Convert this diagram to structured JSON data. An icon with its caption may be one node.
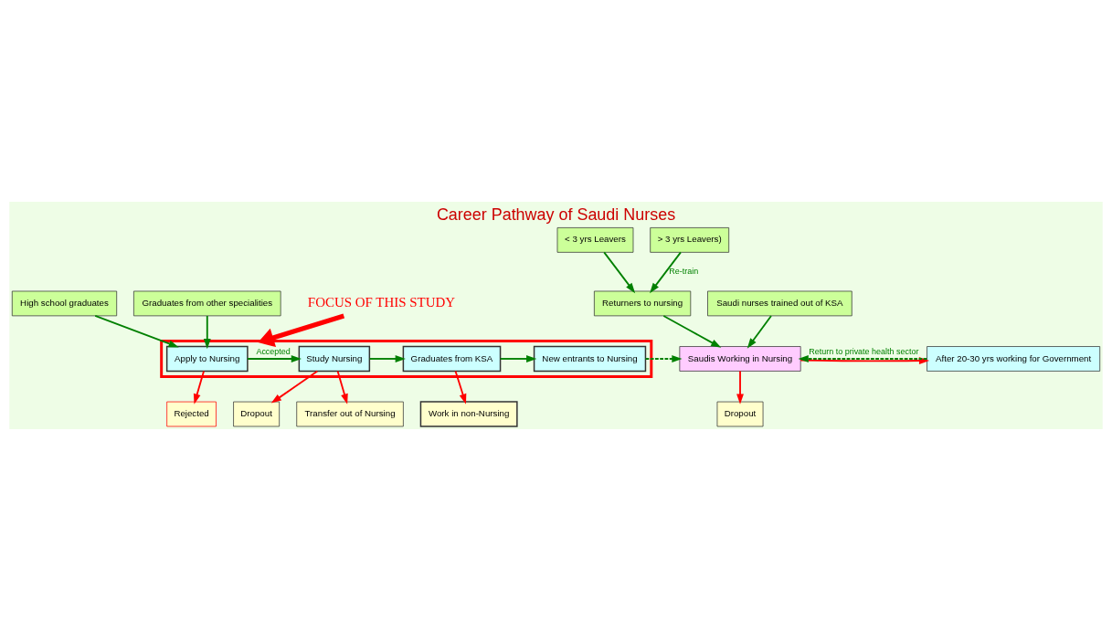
{
  "diagram": {
    "title": "Career Pathway of Saudi Nurses",
    "nodes": [
      {
        "text": [
          "High school graduates"
        ]
      },
      {
        "text": [
          "Graduates from other specialities"
        ]
      },
      {
        "text": [
          "FOCUS OF THIS STUDY"
        ]
      },
      {
        "text": [],
        "shape": "box"
      },
      {
        "text": [
          "Apply to Nursing"
        ],
        "in": 3
      },
      {
        "text": [
          "Study Nursing"
        ],
        "in": 3
      },
      {
        "text": [
          "Graduates from KSA"
        ],
        "in": 3
      },
      {
        "text": [
          "New entrants to Nursing"
        ],
        "in": 3
      },
      {
        "text": [
          "< 3 yrs Leavers"
        ]
      },
      {
        "text": [
          "> 3 yrs Leavers)"
        ]
      },
      {
        "text": [
          "Saudi nurses trained out of KSA"
        ]
      },
      {
        "text": [
          "Returners to nursing"
        ]
      },
      {
        "text": [
          "Saudis Working in Nursing"
        ]
      },
      {
        "text": [
          "After 20-30 yrs working for Government"
        ]
      },
      {
        "text": [
          "Rejected"
        ]
      },
      {
        "text": [
          "Dropout"
        ]
      },
      {
        "text": [
          "Transfer out of Nursing"
        ]
      },
      {
        "text": [
          "Work in non-Nursing"
        ]
      },
      {
        "text": [
          "Dropout"
        ]
      }
    ],
    "edges": [
      {
        "from": 0,
        "to": 4,
        "arrow": "to"
      },
      {
        "from": 1,
        "to": 4,
        "arrow": "to"
      },
      {
        "from": 2,
        "to": 3,
        "arrow": "to",
        "style": "thick",
        "color": "#ff0000"
      },
      {
        "from": 4,
        "to": 5,
        "arrow": "to",
        "label": "Accepted"
      },
      {
        "from": 5,
        "to": 6,
        "arrow": "to"
      },
      {
        "from": 6,
        "to": 7,
        "arrow": "to"
      },
      {
        "from": 7,
        "to": 12,
        "arrow": "to",
        "style": "dashed"
      },
      {
        "from": 8,
        "to": 11,
        "arrow": "to"
      },
      {
        "from": 9,
        "to": 11,
        "arrow": "to",
        "label": "Re-train"
      },
      {
        "from": 10,
        "to": 12,
        "arrow": "to"
      },
      {
        "from": 11,
        "to": 12,
        "arrow": "to"
      },
      {
        "from": 13,
        "to": 12,
        "arrow": "to",
        "style": "dashed",
        "label": "Return to private health sector"
      },
      {
        "from": 12,
        "to": 13,
        "arrow": "to",
        "color": "#ff0000"
      },
      {
        "from": 4,
        "to": 14,
        "arrow": "to",
        "color": "#ff0000"
      },
      {
        "from": 5,
        "to": 15,
        "arrow": "to",
        "color": "#ff0000"
      },
      {
        "from": 5,
        "to": 16,
        "arrow": "to",
        "color": "#ff0000"
      },
      {
        "from": 6,
        "to": 17,
        "arrow": "to",
        "color": "#ff0000"
      },
      {
        "from": 12,
        "to": 18,
        "arrow": "to",
        "color": "#ff0000"
      }
    ]
  }
}
